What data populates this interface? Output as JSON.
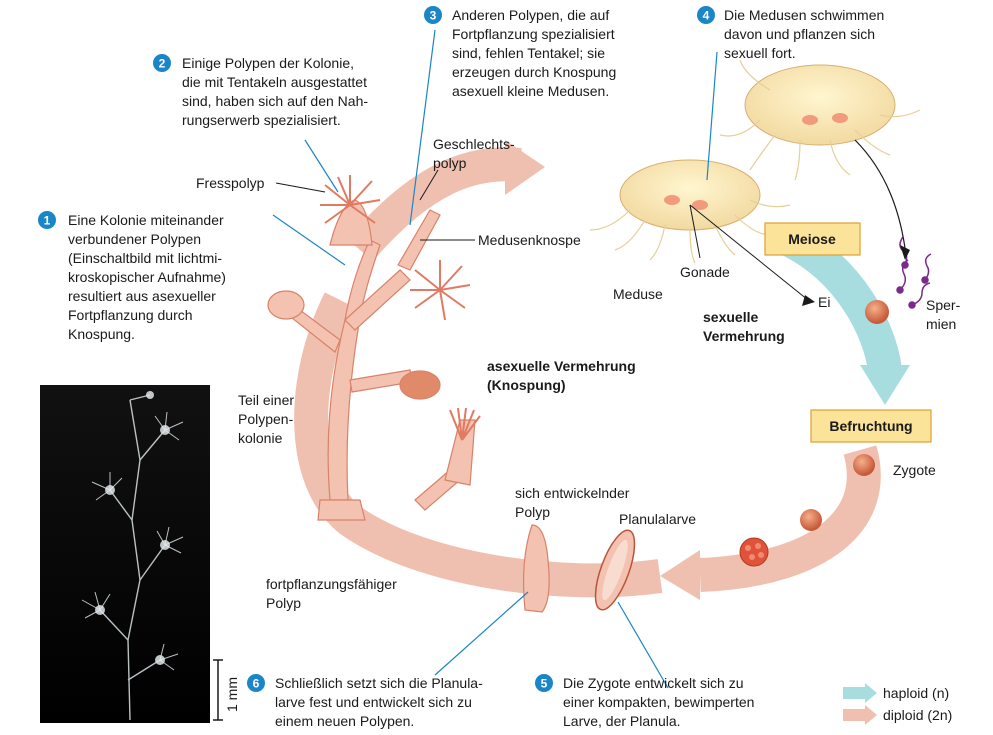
{
  "steps": [
    {
      "num": "1",
      "lines": [
        "Eine Kolonie miteinander",
        "verbundener Polypen",
        "(Einschaltbild mit lichtmi-",
        "kroskopischer Aufnahme)",
        "resultiert aus asexueller",
        "Fortpflanzung durch",
        "Knospung."
      ]
    },
    {
      "num": "2",
      "lines": [
        "Einige Polypen der Kolonie,",
        "die mit Tentakeln ausgestattet",
        "sind, haben sich auf den Nah-",
        "rungserwerb spezialisiert."
      ]
    },
    {
      "num": "3",
      "lines": [
        "Anderen Polypen, die auf",
        "Fortpflanzung spezialisiert",
        "sind, fehlen Tentakel; sie",
        "erzeugen durch Knospung",
        "asexuell kleine Medusen."
      ]
    },
    {
      "num": "4",
      "lines": [
        "Die Medusen schwimmen",
        "davon und pflanzen sich",
        "sexuell fort."
      ]
    },
    {
      "num": "5",
      "lines": [
        "Die Zygote entwickelt sich zu",
        "einer kompakten, bewimperten",
        "Larve, der Planula."
      ]
    },
    {
      "num": "6",
      "lines": [
        "Schließlich setzt sich die Planula-",
        "larve fest und entwickelt sich zu",
        "einem neuen Polypen."
      ]
    }
  ],
  "labels": {
    "fresspolyp": "Fresspolyp",
    "geschlechtspolyp": [
      "Geschlechts-",
      "polyp"
    ],
    "medusenknospe": "Medusenknospe",
    "teil_kolonie": [
      "Teil einer",
      "Polypen-",
      "kolonie"
    ],
    "asexuelle": [
      "asexuelle Vermehrung",
      "(Knospung)"
    ],
    "meduse": "Meduse",
    "gonade": "Gonade",
    "ei": "Ei",
    "sexuelle": [
      "sexuelle",
      "Vermehrung"
    ],
    "spermien": [
      "Sper-",
      "mien"
    ],
    "zygote": "Zygote",
    "planulalarve": "Planulalarve",
    "sich_entwickelnder": [
      "sich entwickelnder",
      "Polyp"
    ],
    "fortpflanzungsfaehiger": [
      "fortpflanzungsfähiger",
      "Polyp"
    ],
    "scale": "1 mm"
  },
  "boxes": {
    "meiose": "Meiose",
    "befruchtung": "Befruchtung"
  },
  "legend": {
    "haploid": "haploid (n)",
    "diploid": "diploid (2n)"
  },
  "colors": {
    "badge": "#1a86c7",
    "haploid_arrow": "#a8dde0",
    "diploid_arrow": "#efc0b0",
    "box_fill": "#fbe39a",
    "box_stroke": "#e0a030",
    "polyp": "#f4c2b0",
    "polyp_dark": "#d8826a"
  }
}
